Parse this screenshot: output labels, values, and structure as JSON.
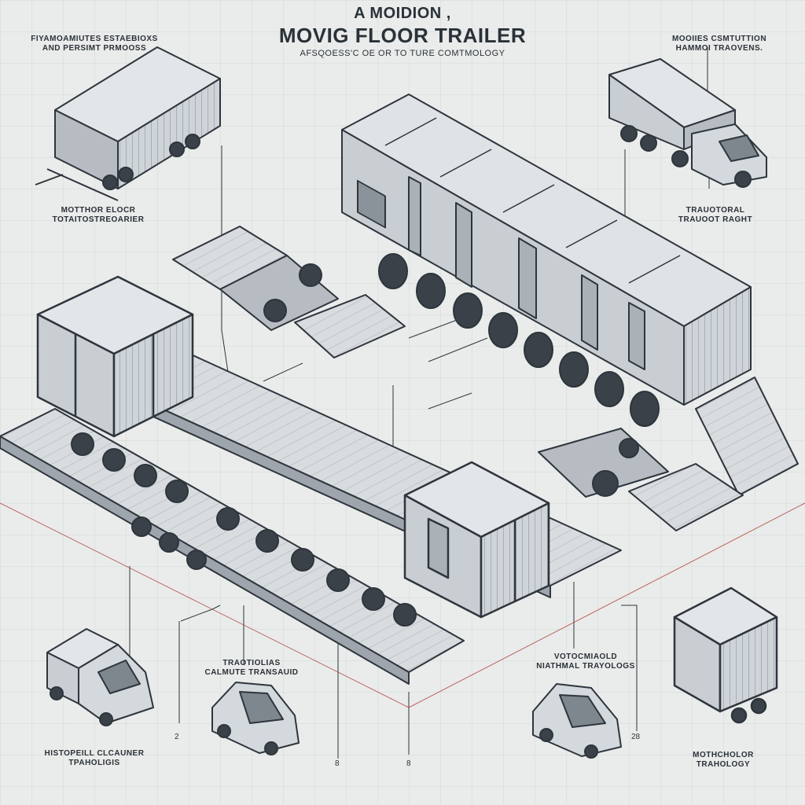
{
  "header": {
    "title_top": "A MOIDION ,",
    "title_main": "MOVIG FLOOR TRAILER",
    "subtitle": "AFSQOESS'C OE OR TO TURE COMTMOLOGY"
  },
  "labels": {
    "top_left": "FIYAMOAMIUTES ESTAEBIOXS\nAND PERSIMT PRMOOSS",
    "top_right": "MOOIIES CSMTUTTION\nHAMMOI TRAOVENS.",
    "left_mid": "MOTTHOR ELOCR\nTOTAITOSTREOARIER",
    "right_mid": "TRAUOTORAL\nTRAUOOT RAGHT",
    "bottom_left": "HISTOPEILL CLCAUNER\nTPAHOLIGIS",
    "bottom_center": "TRAOTIOLIAS\nCALMUTE TRANSAUID",
    "bottom_right_center": "VOTOCMIAOLD\nNIATHMAL TRAYOLOGS",
    "bottom_right": "MOTHCHOLOR\nTRAHOLOGY"
  },
  "numbers": {
    "n1": "2",
    "n2": "8",
    "n3": "8",
    "n4": "28"
  },
  "colors": {
    "background": "#e9ecea",
    "grid": "#d3d8d6",
    "outline": "#2e353c",
    "body": "#c9ced3",
    "face_light": "#dfe3e6",
    "face_dark": "#9ea5ac",
    "wheel": "#3a4148",
    "accent_line": "#b04040"
  }
}
